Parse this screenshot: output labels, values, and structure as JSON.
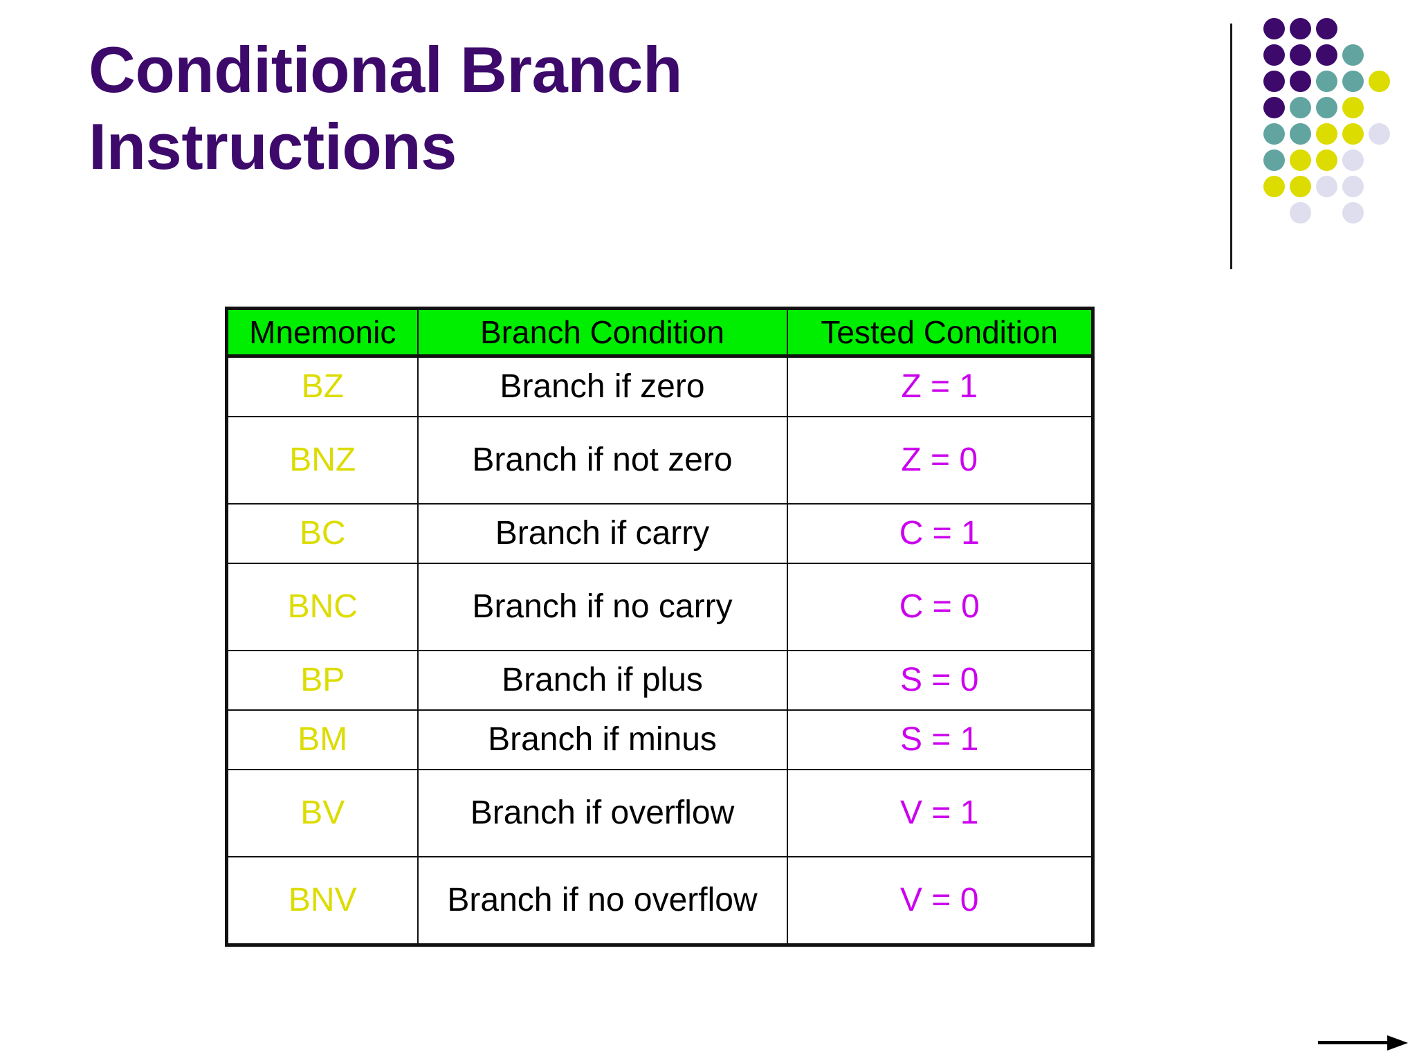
{
  "slide": {
    "title": "Conditional Branch\nInstructions",
    "title_color": "#3D0A6B",
    "background_color": "#ffffff"
  },
  "logo": {
    "name": "dot-matrix-logo",
    "colors": {
      "purple": "#3D0A6B",
      "teal": "#62A5A0",
      "yellow": "#DCDC00",
      "lavender": "#DEDEEE"
    },
    "grid": [
      [
        "purple",
        "purple",
        "purple",
        "empty",
        "empty"
      ],
      [
        "purple",
        "purple",
        "purple",
        "teal",
        "empty"
      ],
      [
        "purple",
        "purple",
        "teal",
        "teal",
        "yellow"
      ],
      [
        "purple",
        "teal",
        "teal",
        "yellow",
        "empty"
      ],
      [
        "teal",
        "teal",
        "yellow",
        "yellow",
        "lavender"
      ],
      [
        "teal",
        "yellow",
        "yellow",
        "lavender",
        "empty"
      ],
      [
        "yellow",
        "yellow",
        "lavender",
        "lavender",
        "empty"
      ],
      [
        "empty",
        "lavender",
        "empty",
        "lavender",
        "empty"
      ]
    ]
  },
  "table": {
    "header_background": "#00EE00",
    "mnemonic_color": "#DCDC00",
    "condition_color": "#000000",
    "tested_color": "#CC00EE",
    "columns": [
      "Mnemonic",
      "Branch Condition",
      "Tested Condition"
    ],
    "rows": [
      {
        "mnemonic": "BZ",
        "condition": "Branch if zero",
        "tested": "Z = 1"
      },
      {
        "mnemonic": "BNZ",
        "condition": "Branch if not zero",
        "tested": "Z = 0"
      },
      {
        "mnemonic": "BC",
        "condition": "Branch if carry",
        "tested": "C = 1"
      },
      {
        "mnemonic": "BNC",
        "condition": "Branch if no carry",
        "tested": "C = 0"
      },
      {
        "mnemonic": "BP",
        "condition": "Branch if plus",
        "tested": "S = 0"
      },
      {
        "mnemonic": "BM",
        "condition": "Branch if minus",
        "tested": "S = 1"
      },
      {
        "mnemonic": "BV",
        "condition": "Branch if overflow",
        "tested": "V = 1"
      },
      {
        "mnemonic": "BNV",
        "condition": "Branch if no overflow",
        "tested": "V = 0"
      }
    ]
  },
  "footer": {
    "arrow_label": "next-arrow",
    "arrow_color": "#000000"
  }
}
